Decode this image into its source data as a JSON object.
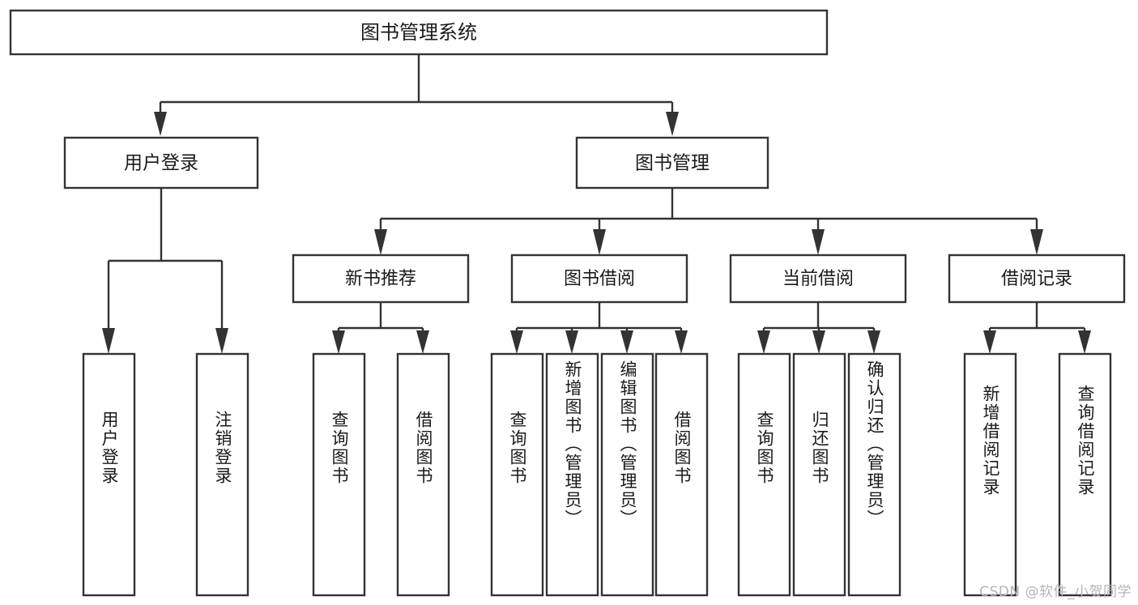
{
  "diagram": {
    "title": "图书管理系统",
    "type": "功能结构图",
    "watermark": "CSDN @软件_小贺同学",
    "root": {
      "id": "root",
      "label": "图书管理系统"
    },
    "level2": [
      {
        "id": "user-login",
        "label": "用户登录"
      },
      {
        "id": "book-management",
        "label": "图书管理"
      }
    ],
    "level3": [
      {
        "id": "new-book-recommend",
        "label": "新书推荐",
        "parent": "book-management"
      },
      {
        "id": "book-borrow",
        "label": "图书借阅",
        "parent": "book-management"
      },
      {
        "id": "current-borrow",
        "label": "当前借阅",
        "parent": "book-management"
      },
      {
        "id": "borrow-record",
        "label": "借阅记录",
        "parent": "book-management"
      }
    ],
    "leaves": [
      {
        "id": "leaf-user-login",
        "label": "用户登录",
        "parent": "user-login"
      },
      {
        "id": "leaf-user-logout",
        "label": "注销登录",
        "parent": "user-login"
      },
      {
        "id": "leaf-query-book-1",
        "label": "查询图书",
        "parent": "new-book-recommend"
      },
      {
        "id": "leaf-borrow-book-1",
        "label": "借阅图书",
        "parent": "new-book-recommend"
      },
      {
        "id": "leaf-query-book-2",
        "label": "查询图书",
        "parent": "book-borrow"
      },
      {
        "id": "leaf-add-book",
        "label": "新增图书（管理员）",
        "parent": "book-borrow"
      },
      {
        "id": "leaf-edit-book",
        "label": "编辑图书（管理员）",
        "parent": "book-borrow"
      },
      {
        "id": "leaf-borrow-book-2",
        "label": "借阅图书",
        "parent": "book-borrow"
      },
      {
        "id": "leaf-query-book-3",
        "label": "查询图书",
        "parent": "current-borrow"
      },
      {
        "id": "leaf-return-book",
        "label": "归还图书",
        "parent": "current-borrow"
      },
      {
        "id": "leaf-confirm-return",
        "label": "确认归还（管理员）",
        "parent": "current-borrow"
      },
      {
        "id": "leaf-add-record",
        "label": "新增借阅记录",
        "parent": "borrow-record"
      },
      {
        "id": "leaf-query-record",
        "label": "查询借阅记录",
        "parent": "borrow-record"
      }
    ],
    "colors": {
      "box_stroke": "#333333",
      "box_fill": "#ffffff",
      "text": "#1a1a1a",
      "background": "#ffffff",
      "watermark": "#b4b4b4"
    }
  }
}
